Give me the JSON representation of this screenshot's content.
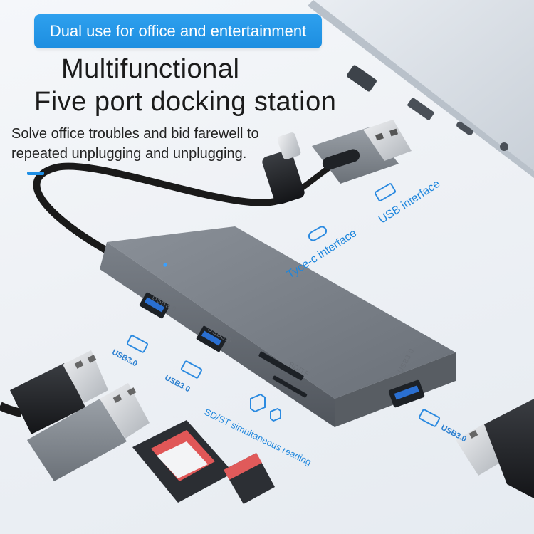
{
  "banner": {
    "text": "Dual use for office and entertainment"
  },
  "headline": {
    "line1": "Multifunctional",
    "line2": "Five port docking station"
  },
  "subtext": {
    "line1": "Solve office troubles and bid farewell to",
    "line2": "repeated unplugging and unplugging."
  },
  "callouts": {
    "usb_interface": "USB interface",
    "typec_interface": "Tyce-c interface",
    "sd_reading": "SD/ST simultaneous reading"
  },
  "ports": {
    "usb1": "USB3.0",
    "usb2": "USB3.0",
    "sdtf": "SD/TF",
    "usb3": "USB3.0"
  },
  "icon_labels": {
    "left_top": "USB3.0",
    "left_bottom": "USB3.0",
    "right": "USB3.0"
  },
  "colors": {
    "accent": "#1e8fe6",
    "hub_body": "#6e747b",
    "port_blue": "#2a6fd1",
    "cable": "#1a1a1a",
    "sd_card_red": "#e45a5a"
  },
  "icons": [
    "usb-a-port-icon",
    "usb-c-port-icon",
    "sd-card-icon",
    "micro-sd-icon"
  ]
}
